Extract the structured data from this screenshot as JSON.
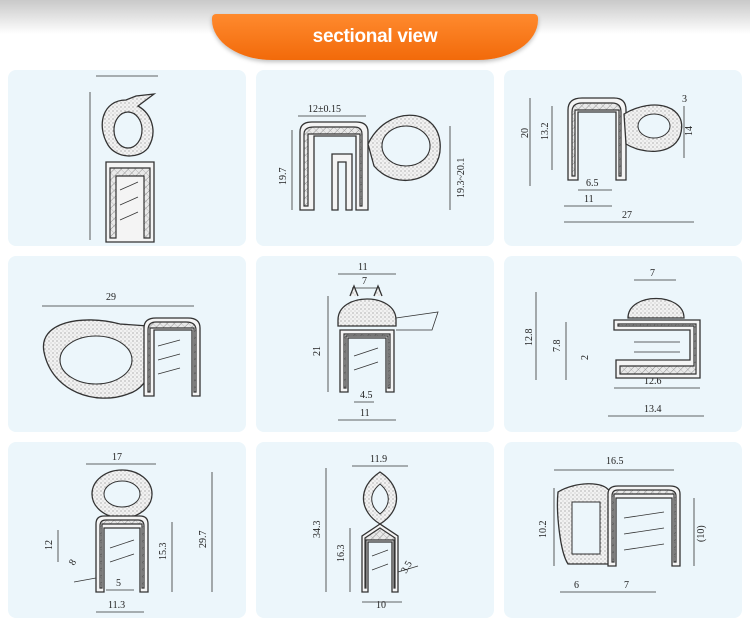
{
  "header": {
    "title": "sectional view"
  },
  "panels": [
    {
      "id": "p1",
      "labels": []
    },
    {
      "id": "p2",
      "labels": [
        "12±0.15",
        "19.7",
        "19.3~20.1"
      ]
    },
    {
      "id": "p3",
      "labels": [
        "3",
        "20",
        "13.2",
        "14",
        "6.5",
        "11",
        "27"
      ]
    },
    {
      "id": "p4",
      "labels": [
        "29"
      ]
    },
    {
      "id": "p5",
      "labels": [
        "11",
        "7",
        "21",
        "4.5",
        "11"
      ]
    },
    {
      "id": "p6",
      "labels": [
        "7",
        "12.8",
        "7.8",
        "2",
        "12.6",
        "13.4"
      ]
    },
    {
      "id": "p7",
      "labels": [
        "17",
        "12",
        "8",
        "15.3",
        "29.7",
        "5",
        "11.3"
      ]
    },
    {
      "id": "p8",
      "labels": [
        "11.9",
        "34.3",
        "16.3",
        "3.5",
        "10"
      ]
    },
    {
      "id": "p9",
      "labels": [
        "16.5",
        "10.2",
        "(10)",
        "6",
        "7"
      ]
    }
  ]
}
